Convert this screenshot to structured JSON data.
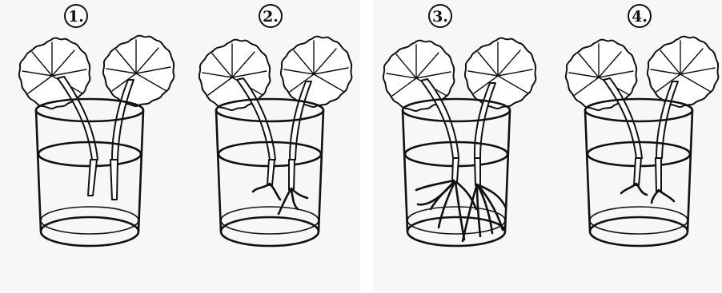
{
  "figure": {
    "panels": [
      {
        "label": "1.",
        "root_stage": "none"
      },
      {
        "label": "2.",
        "root_stage": "small"
      },
      {
        "label": "3.",
        "root_stage": "long"
      },
      {
        "label": "4.",
        "root_stage": "small"
      }
    ]
  }
}
